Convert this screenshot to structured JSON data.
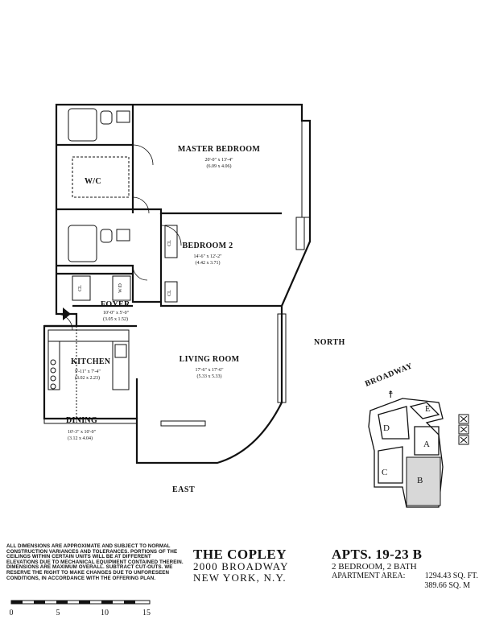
{
  "rooms": {
    "master_bedroom": {
      "name": "MASTER BEDROOM",
      "dim_ft": "20'-0\" x 13'-4\"",
      "dim_m": "(6.09 x 4.06)"
    },
    "bedroom2": {
      "name": "BEDROOM 2",
      "dim_ft": "14'-6\" x 12'-2\"",
      "dim_m": "(4.42 x 3.71)"
    },
    "foyer": {
      "name": "FOYER",
      "dim_ft": "10'-0\" x 5'-0\"",
      "dim_m": "(3.05 x 1.52)"
    },
    "kitchen": {
      "name": "KITCHEN",
      "dim_ft": "9'-11\" x 7'-4\"",
      "dim_m": "(3.02 x 2.23)"
    },
    "living_room": {
      "name": "LIVING ROOM",
      "dim_ft": "17'-6\" x 17'-6\"",
      "dim_m": "(5.33 x 5.33)"
    },
    "dining": {
      "name": "DINING",
      "dim_ft": "10'-3\" x 10'-0\"",
      "dim_m": "(3.12 x 4.04)"
    },
    "wc": "W/C",
    "closet": "CL",
    "washer_dryer": "W/D"
  },
  "compass": {
    "north": "NORTH",
    "east": "EAST"
  },
  "keyplan": {
    "street": "BROADWAY",
    "units": [
      "E",
      "D",
      "A",
      "C",
      "B"
    ]
  },
  "disclaimer": "ALL DIMENSIONS ARE APPROXIMATE AND SUBJECT TO NORMAL CONSTRUCTION VARIANCES AND TOLERANCES. PORTIONS OF THE CEILINGS WITHIN CERTAIN UNITS WILL BE AT DIFFERENT ELEVATIONS DUE TO MECHANICAL EQUIPMENT CONTAINED THEREIN. DIMENSIONS ARE MAXIMUM OVERALL. SUBTRACT CUT-OUTS. WE RESERVE THE RIGHT TO MAKE CHANGES DUE TO UNFORESEEN CONDITIONS, IN ACCORDANCE WITH THE OFFERING PLAN.",
  "building": {
    "name": "THE COPLEY",
    "address1": "2000 BROADWAY",
    "address2": "NEW YORK, N.Y."
  },
  "apartment": {
    "title": "APTS. 19-23 B",
    "type": "2 BEDROOM, 2 BATH",
    "area_label": "APARTMENT AREA:",
    "area_sqft": "1294.43 SQ. FT.",
    "area_sqm": "389.66 SQ. M"
  },
  "scale": {
    "labels": [
      "0",
      "5",
      "10",
      "15"
    ]
  }
}
